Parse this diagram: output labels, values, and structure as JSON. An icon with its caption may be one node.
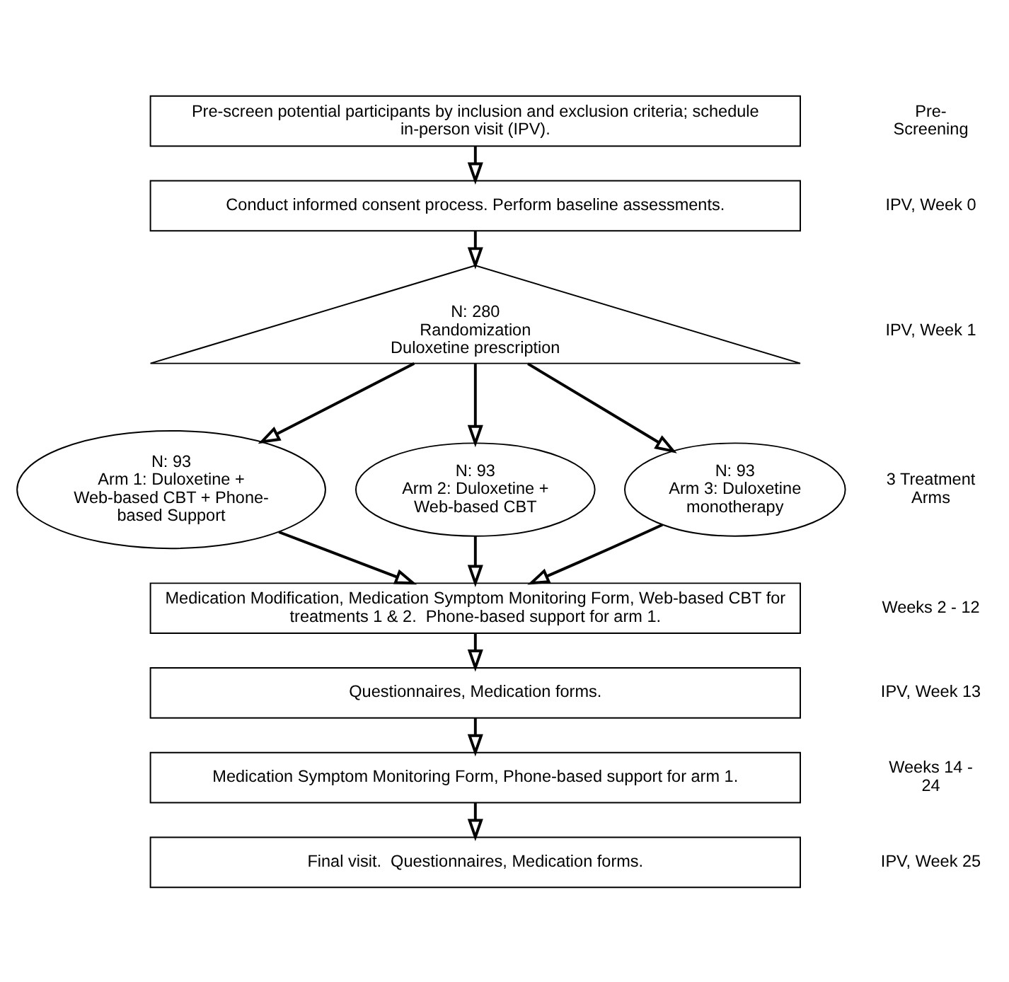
{
  "diagram": {
    "nodes": [
      {
        "text": [
          "Pre-screen potential participants by inclusion and exclusion criteria; schedule in-person visit (IPV)."
        ]
      },
      {
        "text": [
          "Conduct informed consent process. Perform baseline assessments."
        ]
      },
      {
        "text": [
          "N: 280",
          "Randomization",
          "Duloxetine prescription"
        ]
      },
      {
        "text": [
          "N: 93",
          "Arm 1: Duloxetine + Web-based CBT + Phone-based Support"
        ]
      },
      {
        "text": [
          "N: 93",
          "Arm 2: Duloxetine + Web-based CBT"
        ]
      },
      {
        "text": [
          "N: 93",
          "Arm 3: Duloxetine monotherapy"
        ]
      },
      {
        "text": [
          "Medication Modification, Medication Symptom Monitoring Form, Web-based CBT for treatments 1 & 2.  Phone-based support for arm 1."
        ]
      },
      {
        "text": [
          "Questionnaires, Medication forms."
        ]
      },
      {
        "text": [
          "Medication Symptom Monitoring Form, Phone-based support for arm 1."
        ]
      },
      {
        "text": [
          "Final visit.  Questionnaires, Medication forms."
        ]
      }
    ],
    "edges": [
      {
        "from": 0,
        "to": 1,
        "arrow": "to"
      },
      {
        "from": 1,
        "to": 2,
        "arrow": "to"
      },
      {
        "from": 2,
        "to": 3,
        "arrow": "to"
      },
      {
        "from": 2,
        "to": 4,
        "arrow": "to"
      },
      {
        "from": 2,
        "to": 5,
        "arrow": "to"
      },
      {
        "from": 3,
        "to": 6,
        "arrow": "to"
      },
      {
        "from": 4,
        "to": 6,
        "arrow": "to"
      },
      {
        "from": 5,
        "to": 6,
        "arrow": "to"
      },
      {
        "from": 6,
        "to": 7,
        "arrow": "to"
      },
      {
        "from": 7,
        "to": 8,
        "arrow": "to"
      },
      {
        "from": 8,
        "to": 9,
        "arrow": "to"
      }
    ],
    "labels": [
      "Pre-Screening",
      "IPV, Week 0",
      "IPV, Week 1",
      "3 Treatment Arms",
      "Weeks 2 - 12",
      "IPV, Week 13",
      "Weeks 14 - 24",
      "IPV, Week 25"
    ]
  }
}
